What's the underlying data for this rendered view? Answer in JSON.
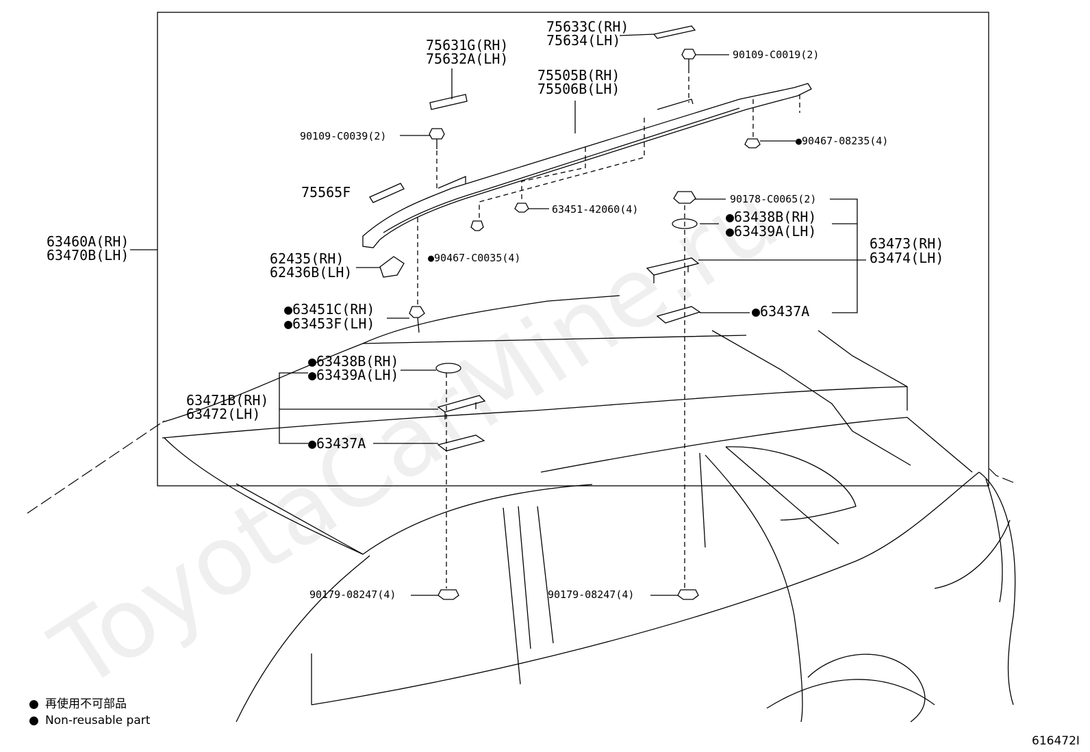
{
  "watermark": "ToyotaCarMine.ru",
  "diagram_id": "616472I",
  "legend": {
    "marker": "●",
    "line_jp": "再使用不可部品",
    "line_en": "Non-reusable part"
  },
  "group_labels": {
    "roof_rail_rh": "63460A(RH)",
    "roof_rail_lh": "63470B(LH)",
    "front_leg_rh": "63471B(RH)",
    "front_leg_lh": "63472(LH)",
    "rear_leg_rh": "63473(RH)",
    "rear_leg_lh": "63474(LH)"
  },
  "parts": {
    "p75633": [
      "75633C(RH)",
      "75634(LH)"
    ],
    "p75631": [
      "75631G(RH)",
      "75632A(LH)"
    ],
    "p75505": [
      "75505B(RH)",
      "75506B(LH)"
    ],
    "p90109_c0019": "90109-C0019(2)",
    "p90109_c0039": "90109-C0039(2)",
    "p90467_08235": "●90467-08235(4)",
    "p75565f": "75565F",
    "p63451_42060": "63451-42060(4)",
    "p90178": "90178-C0065(2)",
    "p63438_upper": [
      "●63438B(RH)",
      "●63439A(LH)"
    ],
    "p62435": [
      "62435(RH)",
      "62436B(LH)"
    ],
    "p90467_c0035": "●90467-C0035(4)",
    "p63451c": [
      "●63451C(RH)",
      "●63453F(LH)"
    ],
    "p63437a_upper": "●63437A",
    "p63438_lower": [
      "●63438B(RH)",
      "●63439A(LH)"
    ],
    "p63437a_lower": "●63437A",
    "p90179_left": "90179-08247(4)",
    "p90179_right": "90179-08247(4)"
  }
}
